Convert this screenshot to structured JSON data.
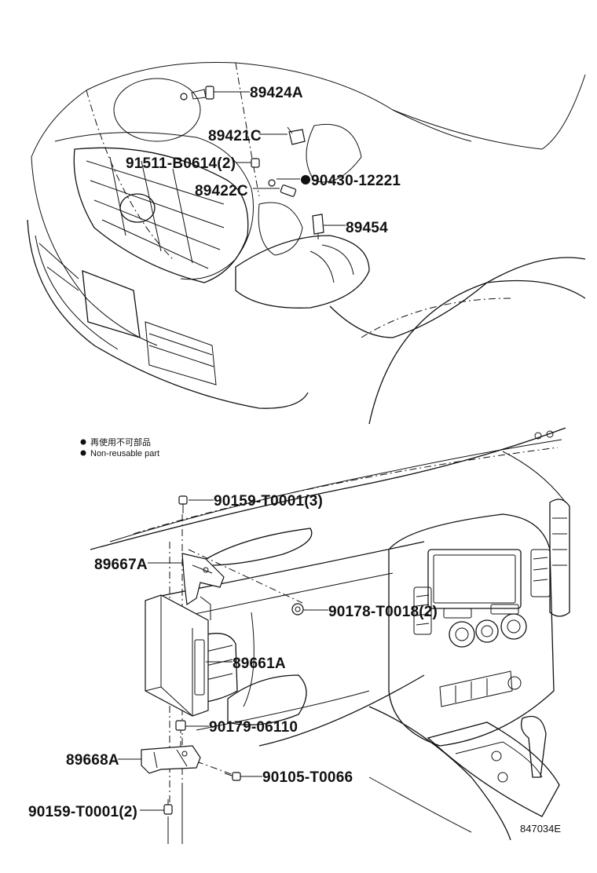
{
  "labels": {
    "p89424A": "89424A",
    "p89421C": "89421C",
    "p91511": "91511-B0614(2)",
    "p90430": "90430-12221",
    "p89422C": "89422C",
    "p89454": "89454",
    "p90159a": "90159-T0001(3)",
    "p89667A": "89667A",
    "p90178": "90178-T0018(2)",
    "p89661A": "89661A",
    "p90179": "90179-06110",
    "p89668A": "89668A",
    "p90105": "90105-T0066",
    "p90159b": "90159-T0001(2)"
  },
  "legend": {
    "jp": "再使用不可部品",
    "en": "Non-reusable part"
  },
  "diagram_code": "847034E"
}
